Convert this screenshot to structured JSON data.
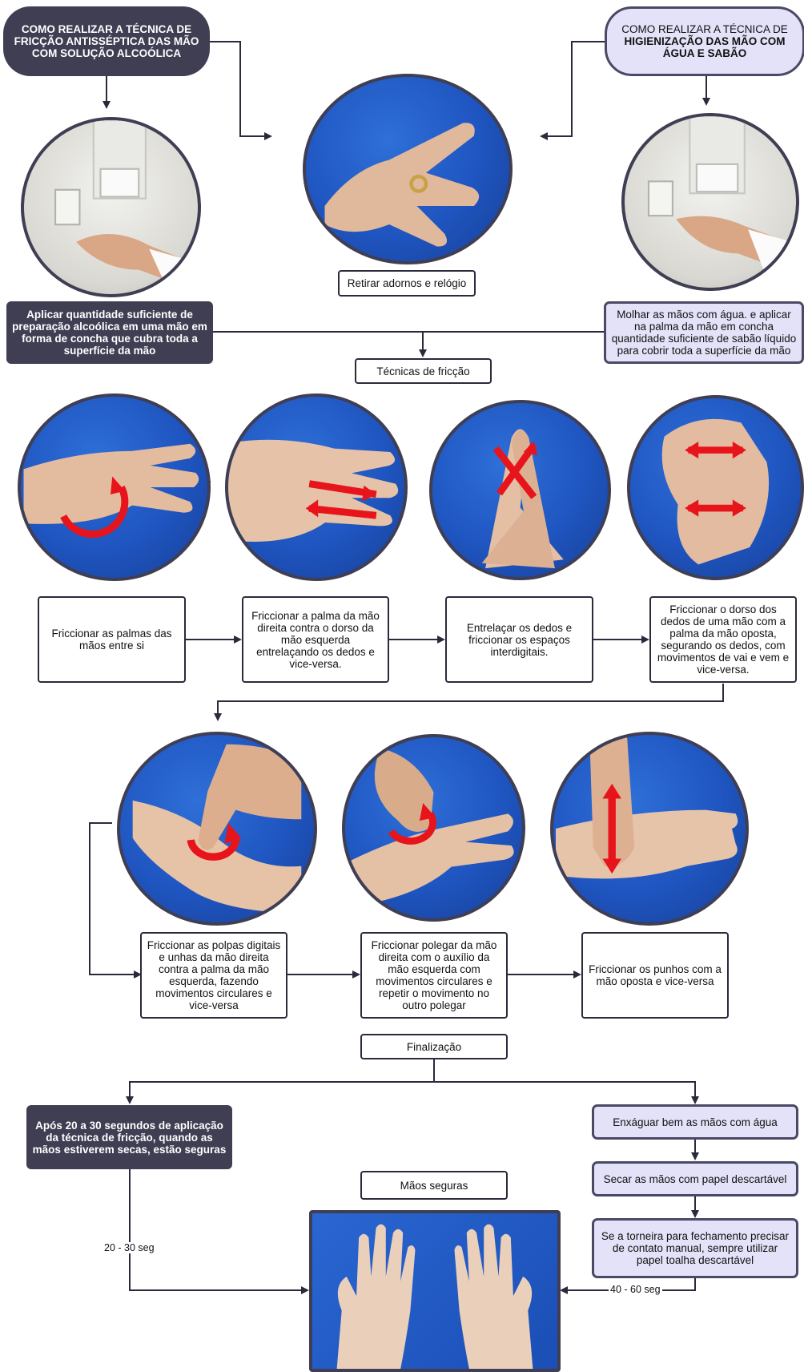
{
  "header": {
    "left_title": "COMO REALIZAR A TÉCNICA DE FRICÇÃO ANTISSÉPTICA DAS MÃO COM SOLUÇÃO ALCOÓLICA",
    "right_title_line1": "COMO REALIZAR A TÉCNICA DE",
    "right_title_bold": "HIGIENIZAÇÃO DAS MÃO COM ÁGUA E SABÃO"
  },
  "steps": {
    "remove_adornments": "Retirar adornos e relógio",
    "alcohol_apply": "Aplicar quantidade suficiente de preparação alcoólica em uma mão em forma de concha que cubra toda a superfície da mão",
    "water_apply": "Molhar as mãos com água. e aplicar na palma da mão em concha quantidade suficiente de sabão líquido para cobrir toda a superfície da mão",
    "techniques": "Técnicas de fricção",
    "rub_palms": "Friccionar as palmas das mãos entre si",
    "rub_back": "Friccionar a palma da mão direita contra o dorso da mão esquerda entrelaçando os dedos e vice-versa.",
    "interlace": "Entrelaçar os dedos e friccionar os espaços interdigitais.",
    "rub_fingers_back": "Friccionar o dorso dos dedos de uma mão com a palma da mão oposta, segurando os dedos, com movimentos de vai e vem e vice-versa.",
    "rub_fingertips": "Friccionar as polpas digitais e unhas da mão direita contra a palma da mão esquerda, fazendo movimentos circulares e vice-versa",
    "rub_thumb": "Friccionar polegar da mão direita com o auxílio da mão esquerda com movimentos circulares e repetir o movimento no outro polegar",
    "rub_wrists": "Friccionar os punhos com a mão oposta e vice-versa",
    "finalization": "Finalização",
    "alcohol_done": "Após 20 a 30 segundos de aplicação da técnica de fricção, quando as mãos estiverem secas, estão seguras",
    "rinse": "Enxáguar bem as mãos com água",
    "dry": "Secar as mãos com papel descartável",
    "faucet": "Se a torneira para fechamento precisar de contato manual, sempre utilizar papel toalha descartável",
    "safe_hands": "Mãos seguras",
    "time_alcohol": "20 - 30 seg",
    "time_water": "40 - 60 seg"
  },
  "colors": {
    "dark_box": "#3f3e53",
    "lavender_box": "#e4e2f8",
    "photo_blue": "#1f55c0",
    "arrow_red": "#e8141b"
  }
}
